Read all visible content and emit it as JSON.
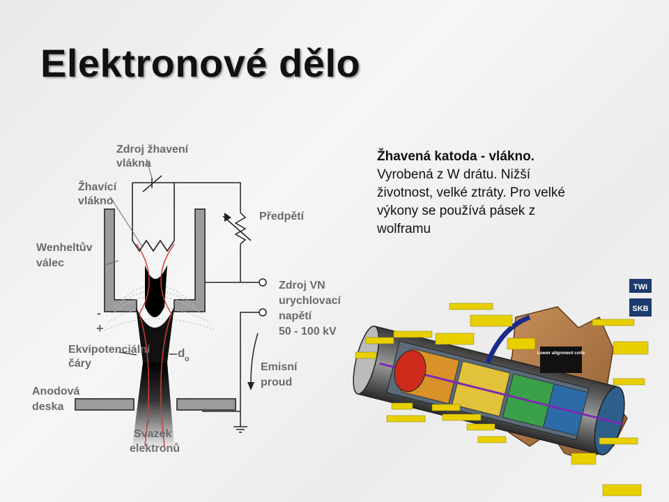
{
  "title": "Elektronové dělo",
  "description": {
    "heading": "Žhavená katoda - vlákno.",
    "lines": [
      "Vyrobená z W drátu. Nižší",
      "životnost, velké ztráty. Pro velké",
      "výkony se používá pásek z",
      "wolframu"
    ]
  },
  "diagram": {
    "source_heating_1": "Zdroj žhavení",
    "source_heating_2": "vlákna",
    "heating_filament_1": "Žhavící",
    "heating_filament_2": "vlákno",
    "bias": "Předpětí",
    "wehnelt_1": "Wenheltův",
    "wehnelt_2": "válec",
    "hv_1": "Zdroj VN",
    "hv_2": "urychlovací",
    "hv_3": "napětí",
    "hv_4": "50 - 100 kV",
    "equipotential_1": "Ekvipotenciální",
    "equipotential_2": "čáry",
    "d0": "d",
    "d0_sub": "o",
    "emission_1": "Emisní",
    "emission_2": "proud",
    "anode_1": "Anodová",
    "anode_2": "deska",
    "beam_1": "Svazek",
    "beam_2": "elektronů",
    "minus": "-",
    "plus": "+"
  },
  "gun_illustration": {
    "logo_top": "TWI",
    "logo_bottom": "SKB",
    "callout_coil": "Lower alignment coils"
  }
}
